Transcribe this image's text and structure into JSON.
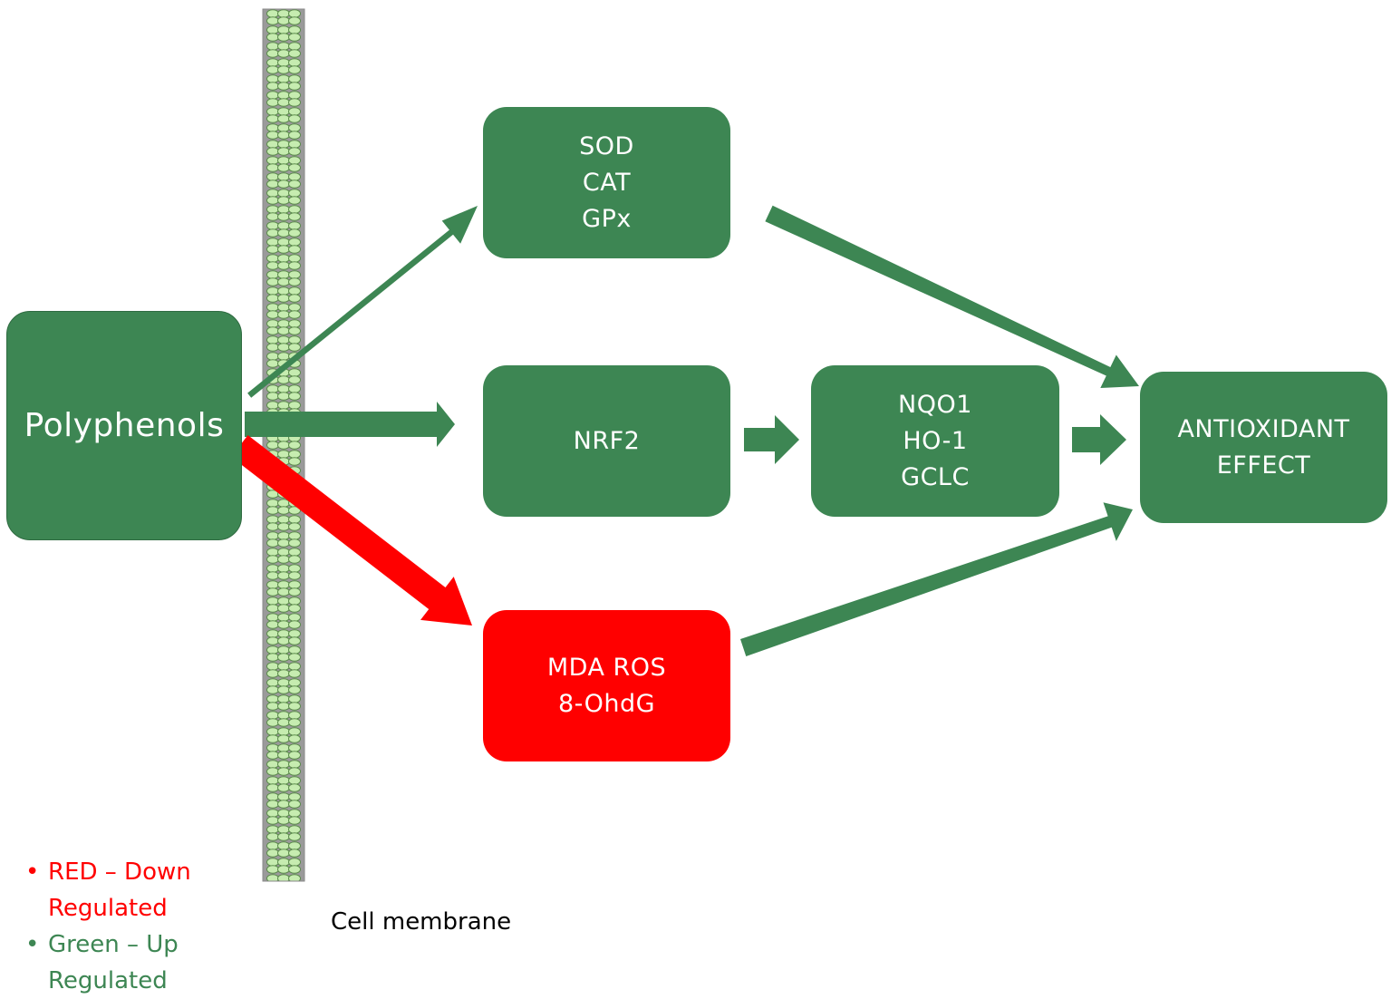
{
  "colors": {
    "up_regulated": "#3d8653",
    "down_regulated": "#ff0000",
    "membrane": "#b8e2a0"
  },
  "nodes": {
    "polyphenols": {
      "lines": [
        "Polyphenols"
      ]
    },
    "enzymes": {
      "lines": [
        "SOD",
        "CAT",
        "GPx"
      ]
    },
    "nrf2": {
      "lines": [
        "NRF2"
      ]
    },
    "targets": {
      "lines": [
        "NQO1",
        "HO-1",
        "GCLC"
      ]
    },
    "markers": {
      "lines": [
        "MDA ROS",
        "8-OhdG"
      ]
    },
    "effect": {
      "lines": [
        "ANTIOXIDANT",
        "EFFECT"
      ]
    }
  },
  "edges": [
    {
      "from": "polyphenols",
      "to": "enzymes",
      "regulation": "up"
    },
    {
      "from": "polyphenols",
      "to": "nrf2",
      "regulation": "up"
    },
    {
      "from": "polyphenols",
      "to": "markers",
      "regulation": "down"
    },
    {
      "from": "nrf2",
      "to": "targets",
      "regulation": "up"
    },
    {
      "from": "targets",
      "to": "effect",
      "regulation": "up"
    },
    {
      "from": "enzymes",
      "to": "effect",
      "regulation": "up"
    },
    {
      "from": "markers",
      "to": "effect",
      "regulation": "up"
    }
  ],
  "membrane_label": "Cell membrane",
  "legend": [
    {
      "text": "RED – Down Regulated",
      "color": "red"
    },
    {
      "text": "Green – Up Regulated",
      "color": "green"
    }
  ]
}
